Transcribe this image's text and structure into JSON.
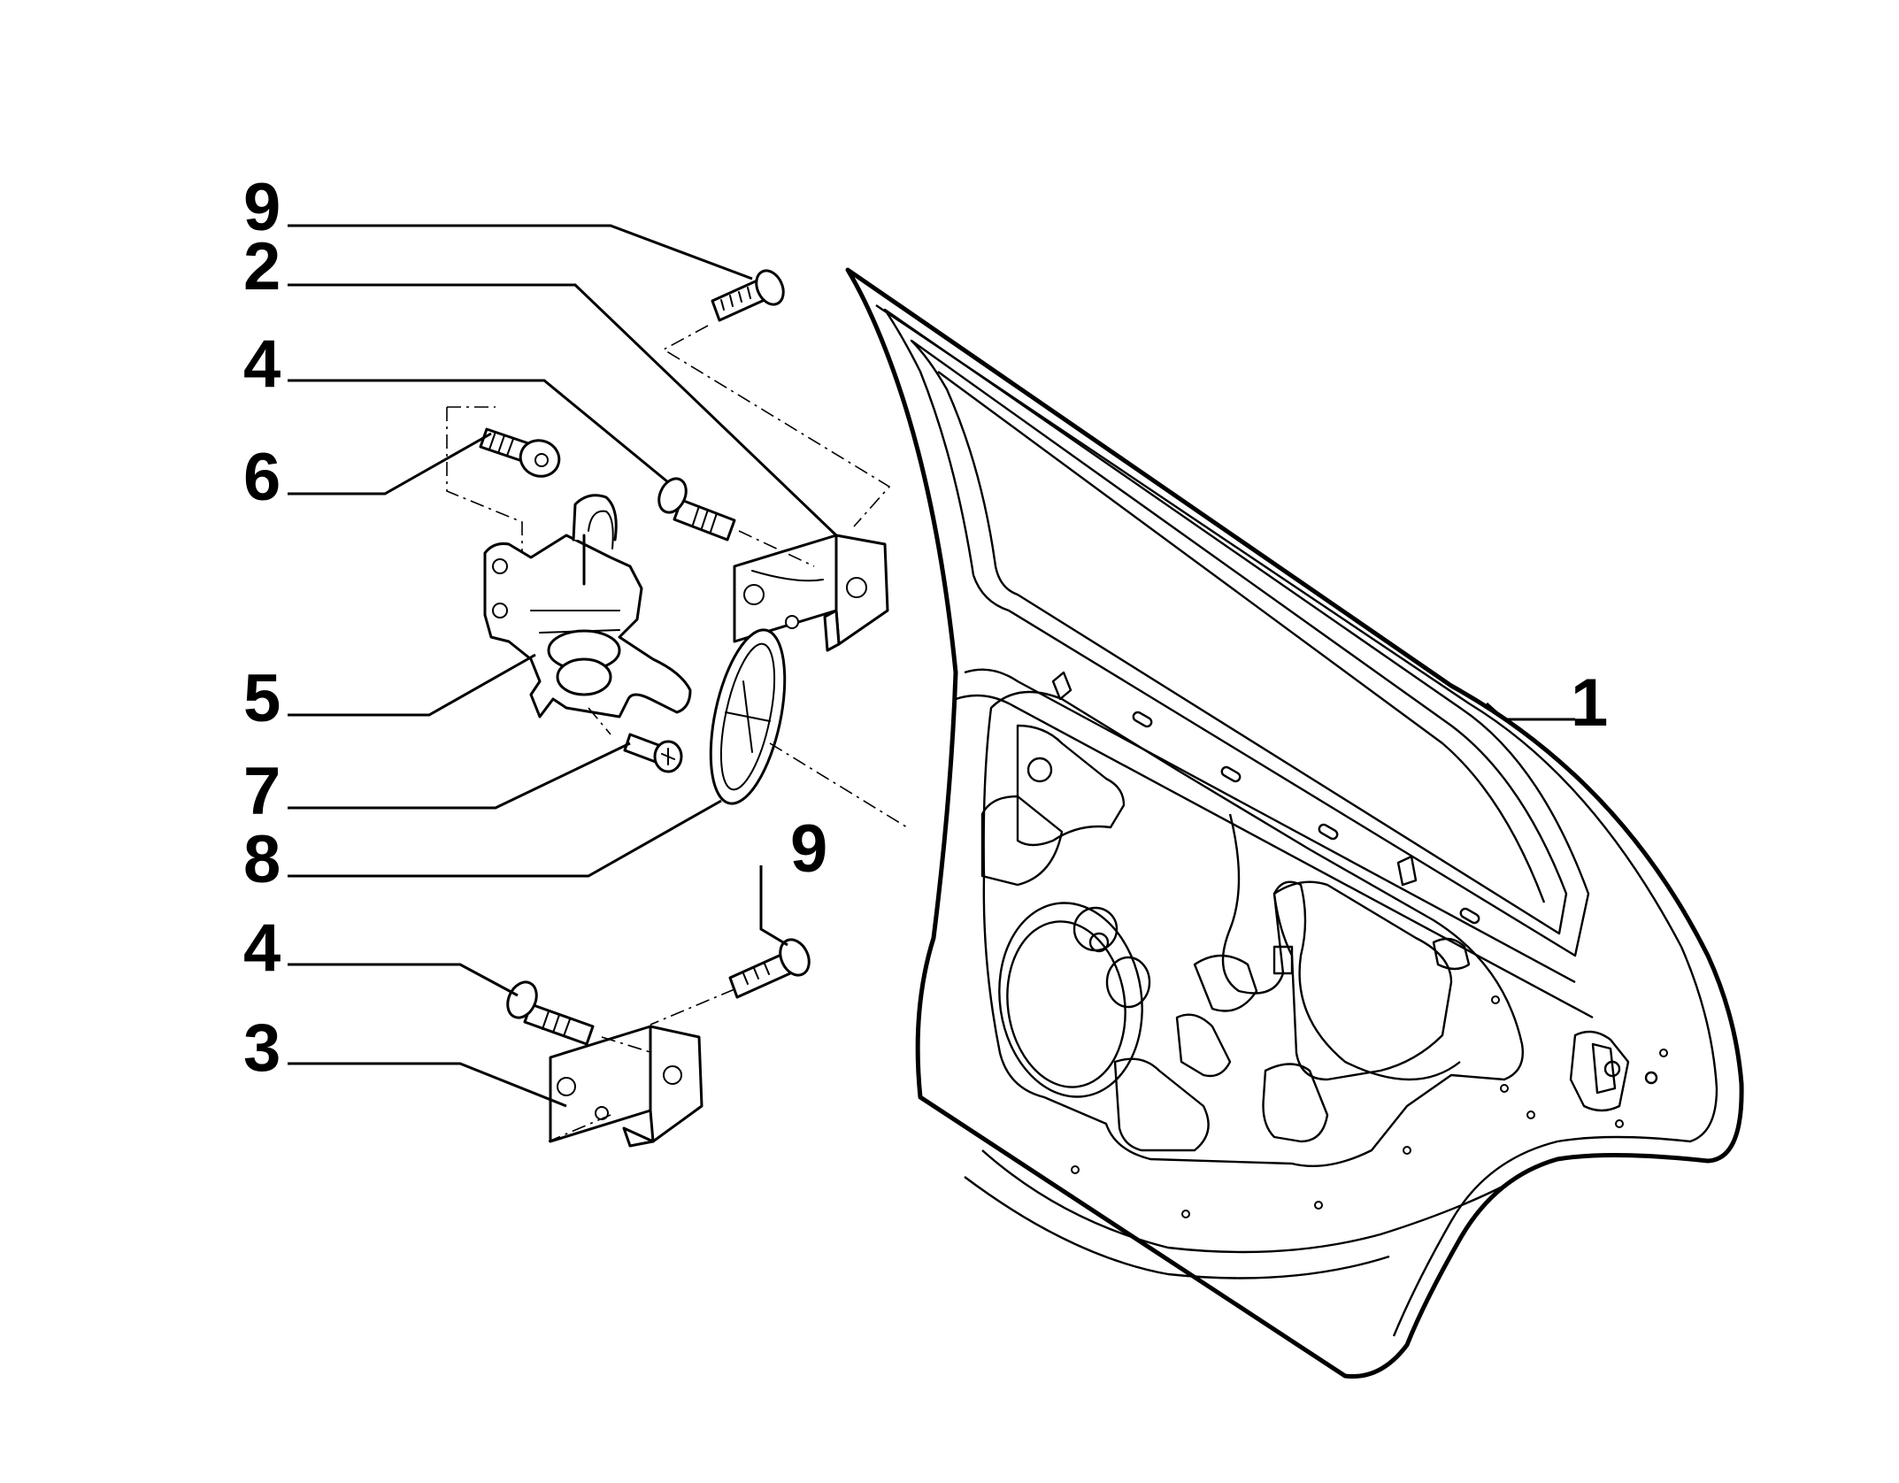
{
  "callouts": [
    {
      "id": "bolt-upper",
      "label": "9"
    },
    {
      "id": "hinge-upper",
      "label": "2"
    },
    {
      "id": "bolt-upper-b",
      "label": "4"
    },
    {
      "id": "screw-check",
      "label": "6"
    },
    {
      "id": "door-check",
      "label": "5"
    },
    {
      "id": "screw-small",
      "label": "7"
    },
    {
      "id": "plug",
      "label": "8"
    },
    {
      "id": "bolt-lower",
      "label": "9"
    },
    {
      "id": "bolt-lower-b",
      "label": "4"
    },
    {
      "id": "hinge-lower",
      "label": "3"
    },
    {
      "id": "door-panel",
      "label": "1"
    }
  ]
}
